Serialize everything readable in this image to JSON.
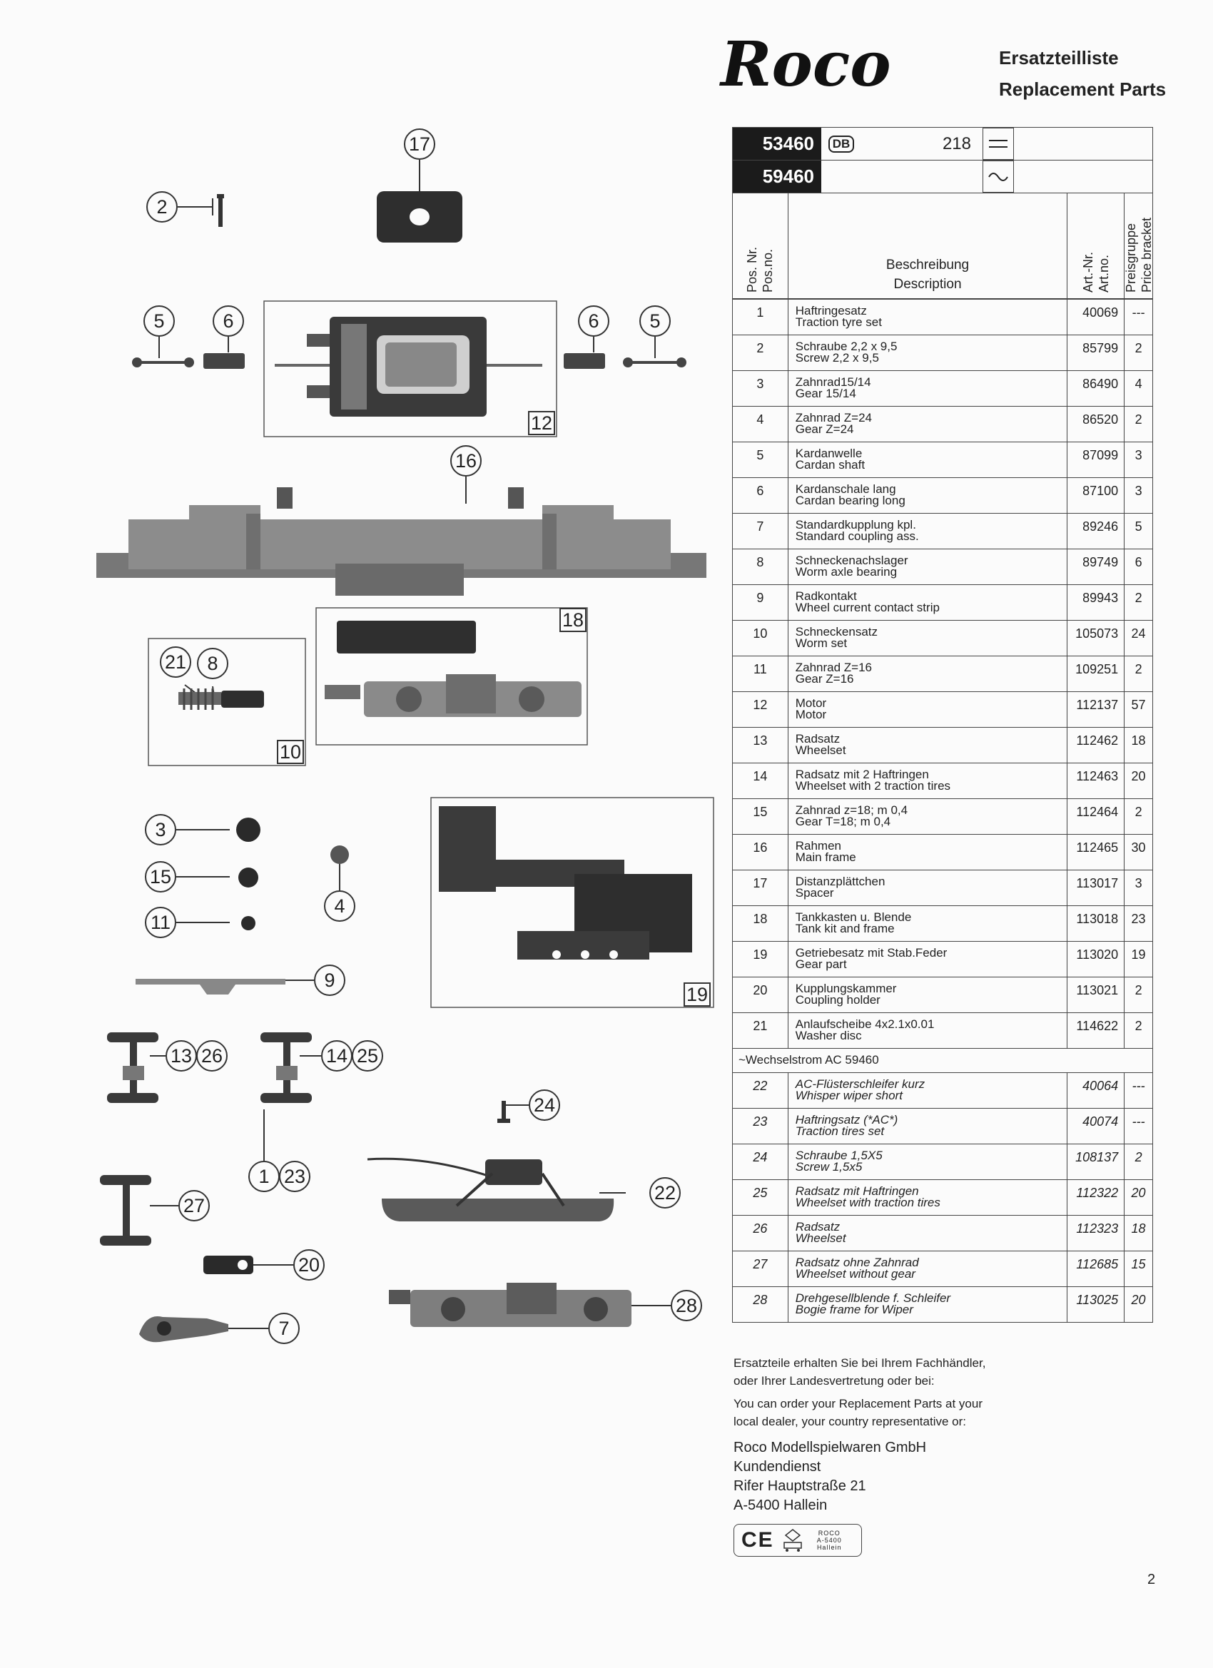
{
  "header": {
    "brand": "Roco",
    "title_de": "Ersatzteilliste",
    "title_en": "Replacement Parts"
  },
  "products": [
    {
      "number": "53460",
      "railway": "DB",
      "model": "218",
      "current_icon": "dc-symbol"
    },
    {
      "number": "59460",
      "railway": "",
      "model": "",
      "current_icon": "ac-symbol"
    }
  ],
  "table_header": {
    "pos_de": "Pos. Nr.",
    "pos_en": "Pos.no.",
    "desc_de": "Beschreibung",
    "desc_en": "Description",
    "art_de": "Art.-Nr.",
    "art_en": "Art.no.",
    "price_de": "Preisgruppe",
    "price_en": "Price bracket"
  },
  "parts": [
    {
      "pos": "1",
      "de": "Haftringesatz",
      "en": "Traction tyre set",
      "art": "40069",
      "price": "---"
    },
    {
      "pos": "2",
      "de": "Schraube 2,2 x 9,5",
      "en": "Screw 2,2 x 9,5",
      "art": "85799",
      "price": "2"
    },
    {
      "pos": "3",
      "de": "Zahnrad15/14",
      "en": "Gear 15/14",
      "art": "86490",
      "price": "4"
    },
    {
      "pos": "4",
      "de": "Zahnrad Z=24",
      "en": "Gear Z=24",
      "art": "86520",
      "price": "2"
    },
    {
      "pos": "5",
      "de": "Kardanwelle",
      "en": "Cardan shaft",
      "art": "87099",
      "price": "3"
    },
    {
      "pos": "6",
      "de": "Kardanschale lang",
      "en": "Cardan bearing long",
      "art": "87100",
      "price": "3"
    },
    {
      "pos": "7",
      "de": "Standardkupplung kpl.",
      "en": "Standard coupling ass.",
      "art": "89246",
      "price": "5"
    },
    {
      "pos": "8",
      "de": "Schneckenachslager",
      "en": "Worm axle bearing",
      "art": "89749",
      "price": "6"
    },
    {
      "pos": "9",
      "de": "Radkontakt",
      "en": "Wheel current contact strip",
      "art": "89943",
      "price": "2"
    },
    {
      "pos": "10",
      "de": "Schneckensatz",
      "en": "Worm set",
      "art": "105073",
      "price": "24"
    },
    {
      "pos": "11",
      "de": "Zahnrad Z=16",
      "en": "Gear Z=16",
      "art": "109251",
      "price": "2"
    },
    {
      "pos": "12",
      "de": "Motor",
      "en": "Motor",
      "art": "112137",
      "price": "57"
    },
    {
      "pos": "13",
      "de": "Radsatz",
      "en": "Wheelset",
      "art": "112462",
      "price": "18"
    },
    {
      "pos": "14",
      "de": "Radsatz mit 2 Haftringen",
      "en": "Wheelset with 2 traction tires",
      "art": "112463",
      "price": "20"
    },
    {
      "pos": "15",
      "de": "Zahnrad z=18; m 0,4",
      "en": "Gear T=18; m 0,4",
      "art": "112464",
      "price": "2"
    },
    {
      "pos": "16",
      "de": "Rahmen",
      "en": "Main frame",
      "art": "112465",
      "price": "30"
    },
    {
      "pos": "17",
      "de": "Distanzplättchen",
      "en": "Spacer",
      "art": "113017",
      "price": "3"
    },
    {
      "pos": "18",
      "de": "Tankkasten u. Blende",
      "en": "Tank kit and frame",
      "art": "113018",
      "price": "23"
    },
    {
      "pos": "19",
      "de": "Getriebesatz mit Stab.Feder",
      "en": "Gear part",
      "art": "113020",
      "price": "19"
    },
    {
      "pos": "20",
      "de": "Kupplungskammer",
      "en": "Coupling holder",
      "art": "113021",
      "price": "2"
    },
    {
      "pos": "21",
      "de": "Anlaufscheibe 4x2.1x0.01",
      "en": "Washer disc",
      "art": "114622",
      "price": "2"
    }
  ],
  "ac_section_label": "~Wechselstrom AC 59460",
  "ac_parts": [
    {
      "pos": "22",
      "de": "AC-Flüsterschleifer kurz",
      "en": "Whisper wiper short",
      "art": "40064",
      "price": "---"
    },
    {
      "pos": "23",
      "de": "Haftringsatz (*AC*)",
      "en": "Traction tires set",
      "art": "40074",
      "price": "---"
    },
    {
      "pos": "24",
      "de": "Schraube 1,5X5",
      "en": "Screw 1,5x5",
      "art": "108137",
      "price": "2"
    },
    {
      "pos": "25",
      "de": "Radsatz mit Haftringen",
      "en": "Wheelset with traction tires",
      "art": "112322",
      "price": "20"
    },
    {
      "pos": "26",
      "de": "Radsatz",
      "en": "Wheelset",
      "art": "112323",
      "price": "18"
    },
    {
      "pos": "27",
      "de": "Radsatz ohne Zahnrad",
      "en": "Wheelset without gear",
      "art": "112685",
      "price": "15"
    },
    {
      "pos": "28",
      "de": "Drehgesellblende f. Schleifer",
      "en": "Bogie frame for Wiper",
      "art": "113025",
      "price": "20"
    }
  ],
  "footer": {
    "de_line1": "Ersatzteile erhalten Sie bei Ihrem Fachhändler,",
    "de_line2": "oder Ihrer Landesvertretung oder bei:",
    "en_line1": "You can order your Replacement Parts at your",
    "en_line2": "local dealer, your country representative or:",
    "company": "Roco Modellspielwaren GmbH",
    "department": "Kundendienst",
    "street": "Rifer Hauptstraße 21",
    "city": "A-5400 Hallein",
    "ce_mark": "CE",
    "stamp_line1": "ROCO",
    "stamp_line2": "A-5400",
    "stamp_line3": "Hallein"
  },
  "page_number": "2",
  "callouts": {
    "n1": "1",
    "n2": "2",
    "n3": "3",
    "n4": "4",
    "n5": "5",
    "n6": "6",
    "n7": "7",
    "n8": "8",
    "n9": "9",
    "n10": "10",
    "n11": "11",
    "n12": "12",
    "n13": "13",
    "n14": "14",
    "n15": "15",
    "n16": "16",
    "n17": "17",
    "n18": "18",
    "n19": "19",
    "n20": "20",
    "n21": "21",
    "n22": "22",
    "n23": "23",
    "n24": "24",
    "n25": "25",
    "n26": "26",
    "n27": "27",
    "n28": "28"
  }
}
